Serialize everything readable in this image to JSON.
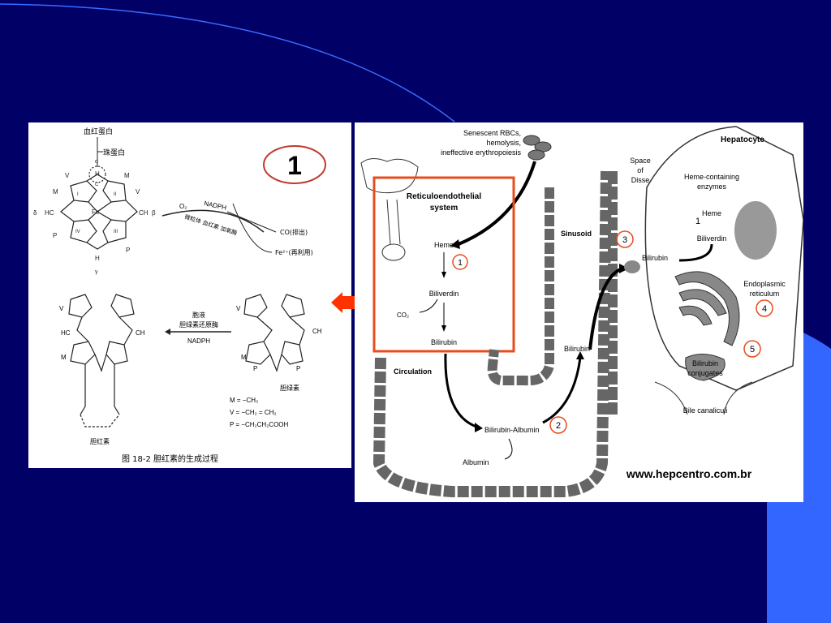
{
  "slide": {
    "colors": {
      "background": "#000066",
      "accent_blue": "#3366ff",
      "accent_red": "#ff3300"
    }
  },
  "left_figure": {
    "badge": "1",
    "top_labels": {
      "hemoglobin": "血红蛋白",
      "globin": "珠蛋白"
    },
    "ring_letters": [
      "V",
      "M",
      "M",
      "V",
      "I",
      "II",
      "III",
      "IV",
      "HC",
      "CH",
      "Fe",
      "N",
      "P",
      "P",
      "H",
      "C",
      "H",
      "α",
      "β",
      "γ",
      "δ"
    ],
    "oxidation": {
      "o2": "O₂",
      "nadph": "NADPH",
      "enzyme": "微粒体 血红素 加氧酶",
      "co": "CO(排出)",
      "fe": "Fe²⁺(再利用)"
    },
    "reduction": {
      "cytosol": "胞液",
      "enzyme": "胆绿素还原酶",
      "nadph": "NADPH"
    },
    "bilirubin_label": "胆红素",
    "biliverdin_label": "胆绿素",
    "legend": [
      "M = −CH₃",
      "V = −CH₂ = CH₂",
      "P = −CH₂CH₂COOH"
    ],
    "caption": "图 18-2  胆红素的生成过程"
  },
  "right_figure": {
    "labels": {
      "senescent": [
        "Senescent RBCs,",
        "hemolysis,",
        "ineffective erythropoiesis"
      ],
      "res": [
        "Reticuloendothelial",
        "system"
      ],
      "heme": "Heme",
      "biliverdin": "Biliverdin",
      "co2": "CO₂",
      "bilirubin": "Bilirubin",
      "circulation": "Circulation",
      "sinusoid": "Sinusoid",
      "bilirubin_albumin": "Bilirubin-Albumin",
      "albumin": "Albumin",
      "space_of_disse": [
        "Space",
        "of",
        "Disse"
      ],
      "hepatocyte": "Hepatocyte",
      "heme_enzymes": [
        "Heme-containing",
        "enzymes"
      ],
      "hep_heme": "Heme",
      "hep_biliverdin": "Biliverdin",
      "hep_one": "1",
      "hep_bilirubin": "Bilirubin",
      "er": [
        "Endoplasmic",
        "reticulum"
      ],
      "conjugates": [
        "Bilirubin",
        "conjugates"
      ],
      "bile": "Bile canaliculi",
      "website": "www.hepcentro.com.br"
    },
    "steps": [
      "1",
      "2",
      "3",
      "4",
      "5"
    ]
  }
}
